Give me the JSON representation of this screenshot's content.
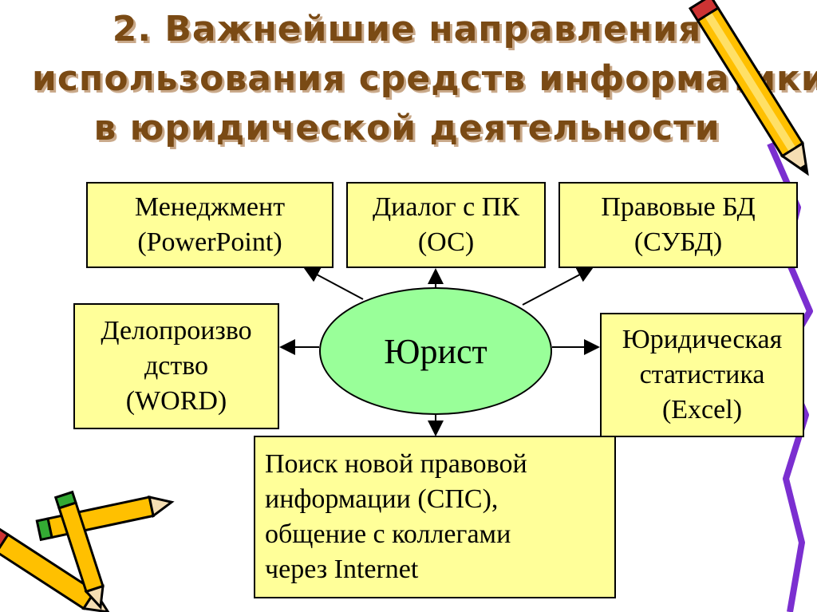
{
  "title": {
    "line1": "2. Важнейшие направления",
    "line2": "использования средств информатики",
    "line3": "в юридической деятельности"
  },
  "center": {
    "label": "Юрист"
  },
  "boxes": {
    "management": {
      "line1": "Менеджмент",
      "line2": "(PowerPoint)"
    },
    "dialog": {
      "line1": "Диалог с ПК",
      "line2": "(ОС)"
    },
    "legal_db": {
      "line1": "Правовые БД",
      "line2": "(СУБД)"
    },
    "records": {
      "line1": "Делопроизво",
      "line2": "дство",
      "line3": "(WORD)"
    },
    "statistics": {
      "line1": "Юридическая",
      "line2": "статистика",
      "line3": "(Excel)"
    },
    "search": {
      "line1": "Поиск новой правовой",
      "line2": "информации (СПС),",
      "line3": "общение с коллегами",
      "line4": "через Internet"
    }
  },
  "colors": {
    "title": "#7a4a14",
    "box_fill": "#ffff99",
    "center_fill": "#99ff99",
    "decor_line": "#7b2fd0"
  },
  "decor": [
    "pencil-icon",
    "pencil-icon",
    "pencil-icon",
    "pencil-icon"
  ]
}
